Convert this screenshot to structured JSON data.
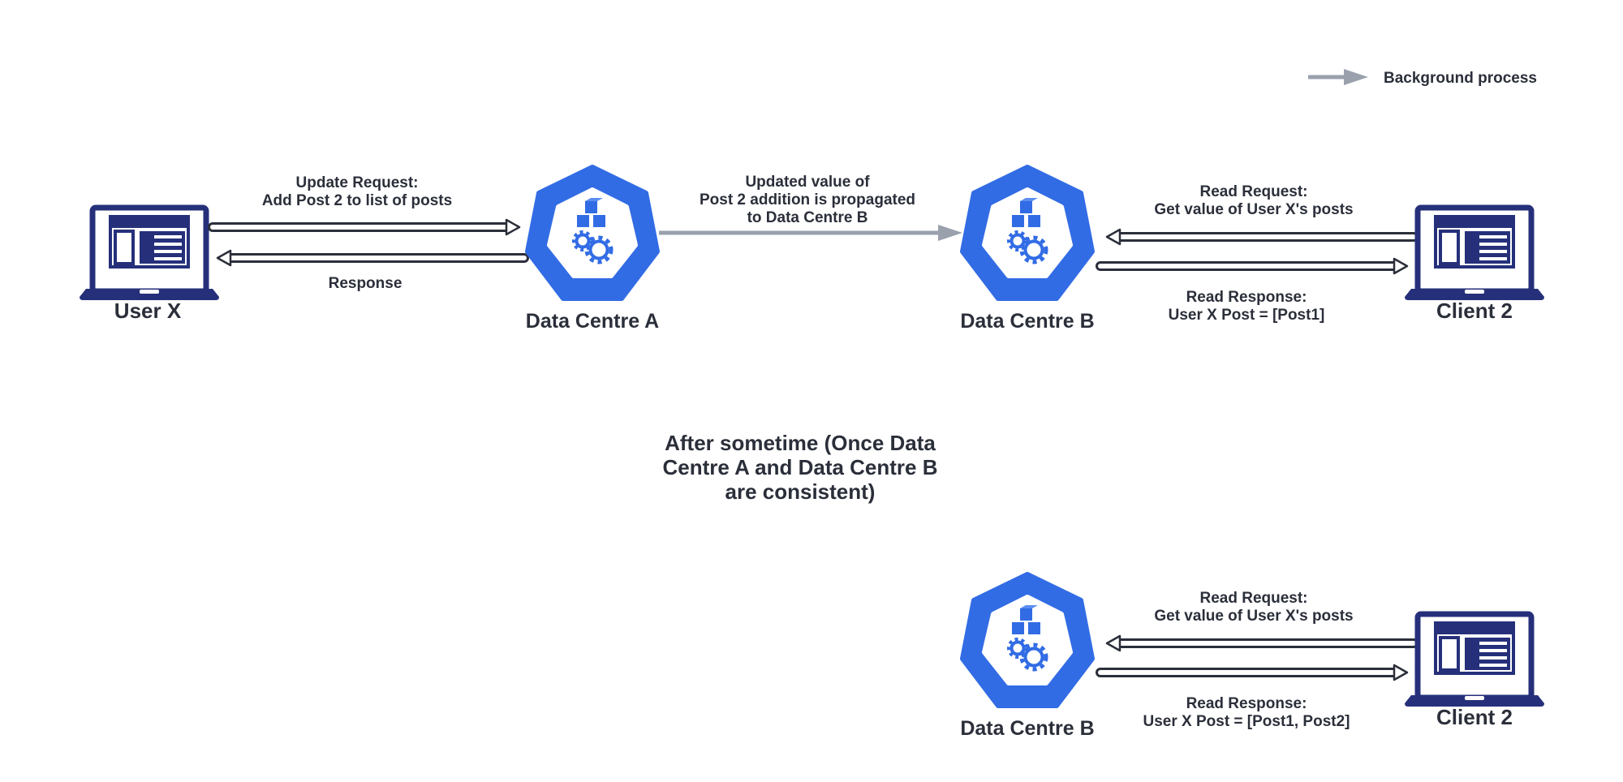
{
  "legend": {
    "label": "Background process",
    "color": "#9aa1ad"
  },
  "nodes": {
    "user_x": {
      "label": "User X",
      "icon": "laptop-icon"
    },
    "data_centre_a": {
      "label": "Data Centre A",
      "icon": "kubernetes-icon"
    },
    "data_centre_b_top": {
      "label": "Data Centre B",
      "icon": "kubernetes-icon"
    },
    "client_2_top": {
      "label": "Client 2",
      "icon": "laptop-icon"
    },
    "data_centre_b_bottom": {
      "label": "Data Centre B",
      "icon": "kubernetes-icon"
    },
    "client_2_bottom": {
      "label": "Client 2",
      "icon": "laptop-icon"
    }
  },
  "edges": {
    "update_request": [
      "Update Request:",
      "Add Post 2 to list of posts"
    ],
    "response": [
      "Response"
    ],
    "propagation": [
      "Updated value of",
      "Post 2 addition is propagated",
      "to Data Centre B"
    ],
    "read_request_top": [
      "Read Request:",
      "Get value of User X's posts"
    ],
    "read_response_top": [
      "Read Response:",
      "User X Post = [Post1]"
    ],
    "read_request_bottom": [
      "Read Request:",
      "Get value of User X's posts"
    ],
    "read_response_bottom": [
      "Read Response:",
      "User X Post = [Post1, Post2]"
    ]
  },
  "note": [
    "After sometime (Once Data",
    "Centre A and Data Centre B",
    "are consistent)"
  ],
  "colors": {
    "node_blue": "#326ce5",
    "laptop_navy": "#26307a",
    "text_dark": "#2b2f3a",
    "pipe_dark": "#2b2f3a"
  }
}
